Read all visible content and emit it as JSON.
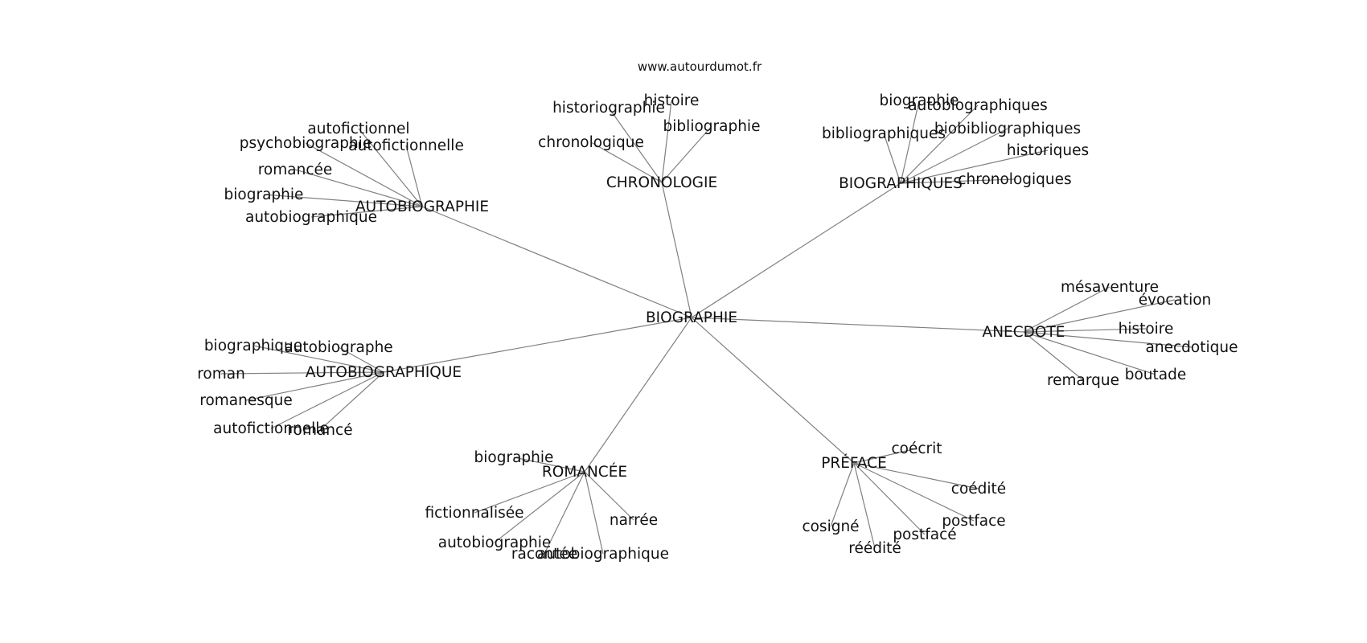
{
  "source": "www.autourdumot.fr",
  "center": "BIOGRAPHIE",
  "clusters": [
    {
      "hub": "AUTOBIOGRAPHIE",
      "words": [
        "autofictionnel",
        "psychobiographie",
        "autofictionnelle",
        "romancée",
        "biographie",
        "autobiographique"
      ]
    },
    {
      "hub": "CHRONOLOGIE",
      "words": [
        "historiographie",
        "histoire",
        "bibliographie",
        "chronologique"
      ]
    },
    {
      "hub": "BIOGRAPHIQUES",
      "words": [
        "biographie",
        "autobiographiques",
        "bibliographiques",
        "biobibliographiques",
        "historiques",
        "chronologiques"
      ]
    },
    {
      "hub": "ANECDOTE",
      "words": [
        "mésaventure",
        "évocation",
        "histoire",
        "anecdotique",
        "remarque",
        "boutade"
      ]
    },
    {
      "hub": "PRÉFACE",
      "words": [
        "coécrit",
        "coédité",
        "postface",
        "postfacé",
        "réédité",
        "cosigné"
      ]
    },
    {
      "hub": "ROMANCÉE",
      "words": [
        "biographie",
        "fictionnalisée",
        "narrée",
        "autobiographie",
        "racontée",
        "autobiographique"
      ]
    },
    {
      "hub": "AUTOBIOGRAPHIQUE",
      "words": [
        "biographique",
        "autobiographe",
        "roman",
        "romanesque",
        "autofictionnelle",
        "romancé"
      ]
    }
  ]
}
